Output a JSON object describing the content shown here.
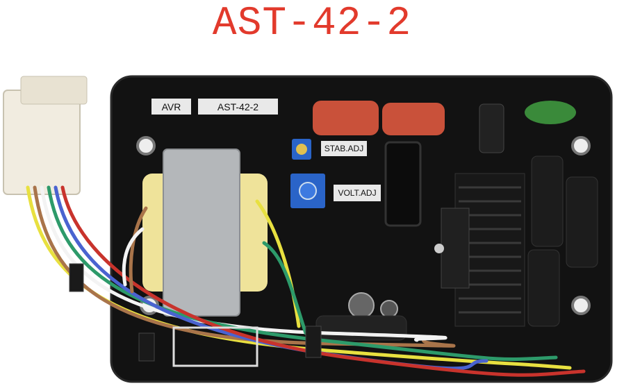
{
  "title": "AST-42-2",
  "board_labels": {
    "avr": "AVR",
    "model": "AST-42-2",
    "stab_adj": "STAB.ADJ",
    "volt_adj": "VOLT.ADJ"
  },
  "colors": {
    "title": "#e23a2c",
    "board": "#121212",
    "capacitor": "#c9513a",
    "potentiometer": "#2a64c8",
    "transformer_bobbin": "#efe39a"
  }
}
